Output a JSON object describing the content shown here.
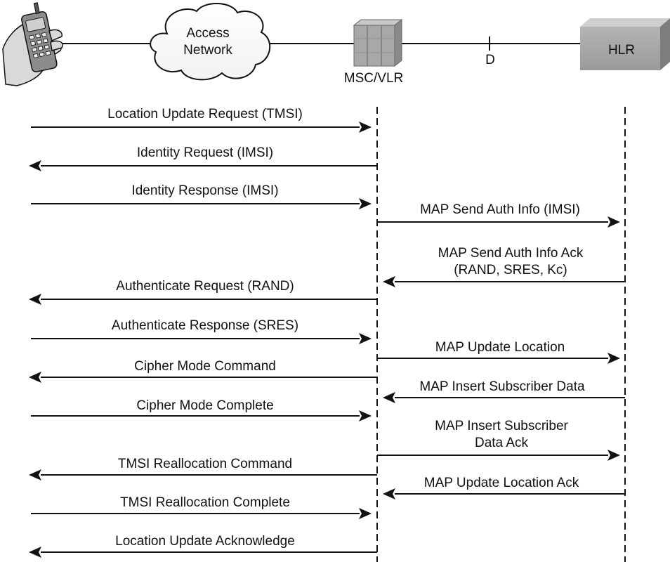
{
  "header": {
    "access_network_line1": "Access",
    "access_network_line2": "Network",
    "msc_vlr_label": "MSC/VLR",
    "interface_label": "D",
    "hlr_label": "HLR"
  },
  "messages_ms_msc": [
    {
      "id": "location-update-request",
      "lines": [
        "Location Update Request (TMSI)"
      ],
      "direction": "to-msc"
    },
    {
      "id": "identity-request",
      "lines": [
        "Identity Request (IMSI)"
      ],
      "direction": "to-ms"
    },
    {
      "id": "identity-response",
      "lines": [
        "Identity Response (IMSI)"
      ],
      "direction": "to-msc"
    },
    {
      "id": "authenticate-request",
      "lines": [
        "Authenticate Request (RAND)"
      ],
      "direction": "to-ms"
    },
    {
      "id": "authenticate-response",
      "lines": [
        "Authenticate Response (SRES)"
      ],
      "direction": "to-msc"
    },
    {
      "id": "cipher-mode-command",
      "lines": [
        "Cipher Mode Command"
      ],
      "direction": "to-ms"
    },
    {
      "id": "cipher-mode-complete",
      "lines": [
        "Cipher Mode Complete"
      ],
      "direction": "to-msc"
    },
    {
      "id": "tmsi-reallocation-command",
      "lines": [
        "TMSI Reallocation Command"
      ],
      "direction": "to-ms"
    },
    {
      "id": "tmsi-reallocation-complete",
      "lines": [
        "TMSI Reallocation Complete"
      ],
      "direction": "to-msc"
    },
    {
      "id": "location-update-acknowledge",
      "lines": [
        "Location Update Acknowledge"
      ],
      "direction": "to-ms"
    }
  ],
  "messages_msc_hlr": [
    {
      "id": "map-send-auth-info",
      "lines": [
        "MAP Send Auth Info (IMSI)"
      ],
      "direction": "to-hlr"
    },
    {
      "id": "map-send-auth-info-ack",
      "lines": [
        "MAP Send Auth Info Ack",
        "(RAND, SRES, Kc)"
      ],
      "direction": "to-msc"
    },
    {
      "id": "map-update-location",
      "lines": [
        "MAP Update Location"
      ],
      "direction": "to-hlr"
    },
    {
      "id": "map-insert-subscriber-data",
      "lines": [
        "MAP Insert Subscriber Data"
      ],
      "direction": "to-msc"
    },
    {
      "id": "map-insert-subscriber-data-ack",
      "lines": [
        "MAP Insert Subscriber",
        "Data Ack"
      ],
      "direction": "to-hlr"
    },
    {
      "id": "map-update-location-ack",
      "lines": [
        "MAP Update Location Ack"
      ],
      "direction": "to-msc"
    }
  ]
}
